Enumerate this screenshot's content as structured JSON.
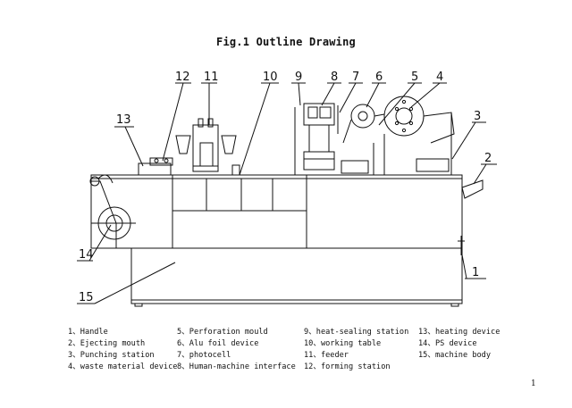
{
  "title": "Fig.1 Outline Drawing",
  "callouts": [
    "12",
    "11",
    "10",
    "9",
    "8",
    "7",
    "6",
    "5",
    "4",
    "13",
    "3",
    "2",
    "14",
    "1",
    "15"
  ],
  "legend": {
    "col1": [
      "1、Handle",
      "2、Ejecting mouth",
      "3、Punching station",
      "4、waste material device"
    ],
    "col2": [
      "5、Perforation mould",
      "6、Alu foil device",
      "7、photocell",
      "8、Human-machine interface"
    ],
    "col3": [
      "9、heat-sealing station",
      "10、working table",
      "11、feeder",
      "12、forming station"
    ],
    "col4": [
      "13、heating device",
      "14、PS device",
      "15、machine body"
    ]
  },
  "page_number": "1"
}
